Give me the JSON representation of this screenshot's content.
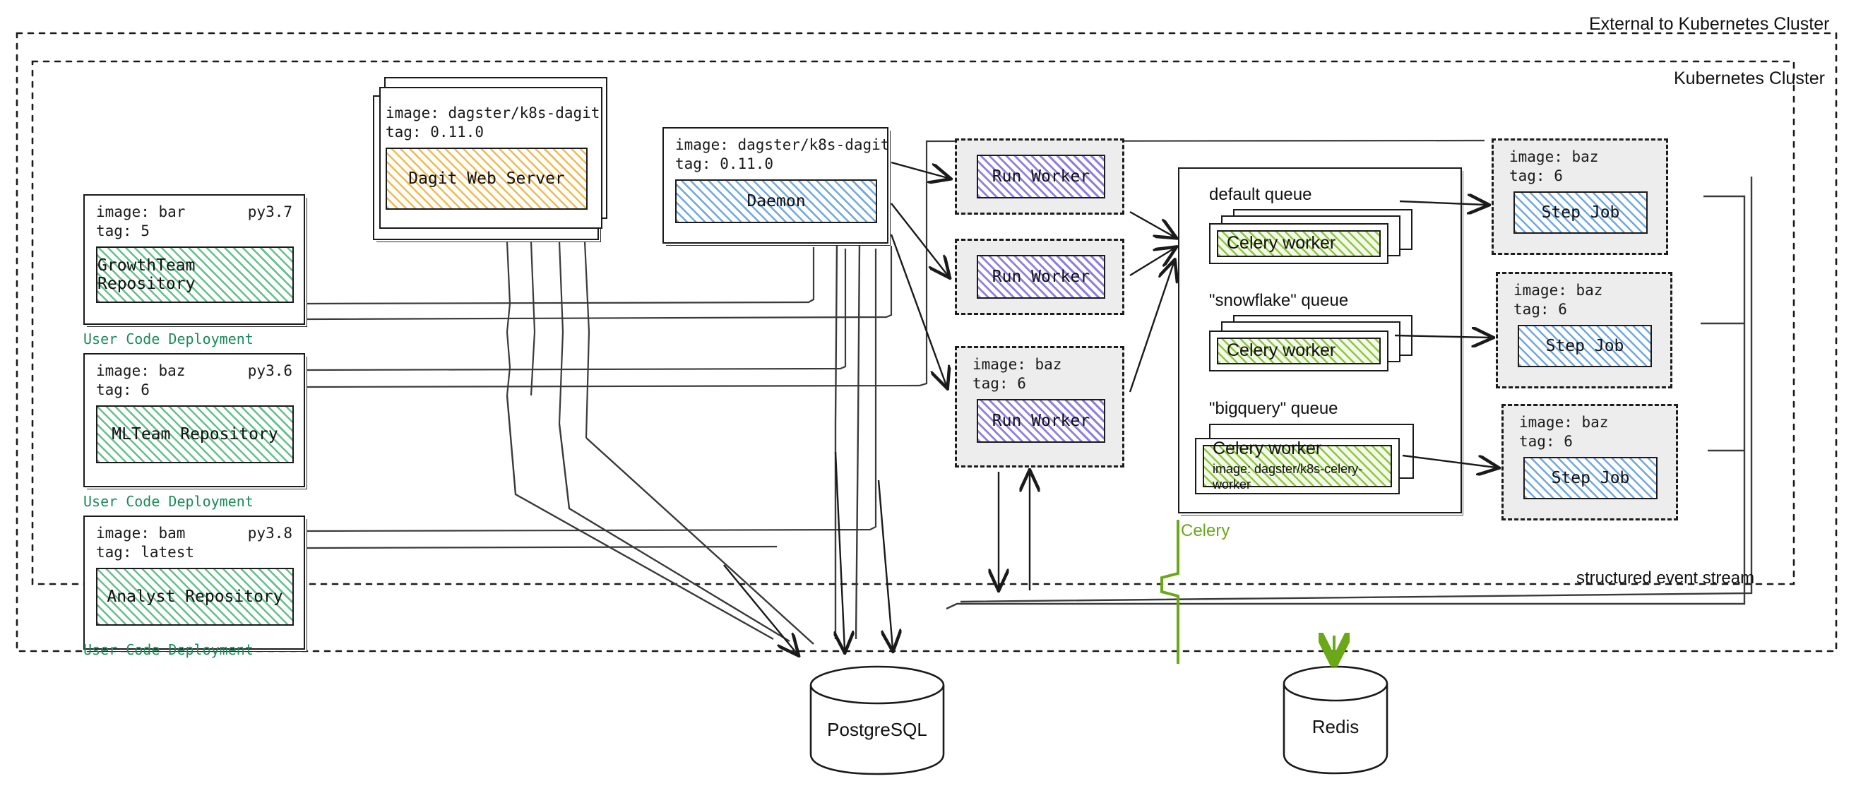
{
  "boundaries": {
    "external_label": "External to Kubernetes Cluster",
    "cluster_label": "Kubernetes Cluster"
  },
  "user_code_deployments": [
    {
      "image_line": "image: bar",
      "tag_line": "tag: 5",
      "python": "py3.7",
      "repository": "GrowthTeam Repository",
      "caption": "User Code Deployment"
    },
    {
      "image_line": "image: baz",
      "tag_line": "tag: 6",
      "python": "py3.6",
      "repository": "MLTeam Repository",
      "caption": "User Code Deployment"
    },
    {
      "image_line": "image: bam",
      "tag_line": "tag: latest",
      "python": "py3.8",
      "repository": "Analyst Repository",
      "caption": "User Code Deployment"
    }
  ],
  "dagit": {
    "image_line": "image: dagster/k8s-dagit",
    "tag_line": "tag: 0.11.0",
    "title": "Dagit Web Server"
  },
  "daemon": {
    "image_line": "image: dagster/k8s-dagit",
    "tag_line": "tag: 0.11.0",
    "title": "Daemon"
  },
  "run_workers": [
    {
      "title": "Run Worker",
      "image_line": "",
      "tag_line": ""
    },
    {
      "title": "Run Worker",
      "image_line": "",
      "tag_line": ""
    },
    {
      "title": "Run Worker",
      "image_line": "image: baz",
      "tag_line": "tag: 6"
    }
  ],
  "celery": {
    "caption": "Celery",
    "queues": [
      {
        "label": "default queue",
        "worker": "Celery worker",
        "worker_image": ""
      },
      {
        "label": "\"snowflake\" queue",
        "worker": "Celery worker",
        "worker_image": ""
      },
      {
        "label": "\"bigquery\" queue",
        "worker": "Celery worker",
        "worker_image": "image: dagster/k8s-celery-worker"
      }
    ]
  },
  "step_jobs": [
    {
      "image_line": "image: baz",
      "tag_line": "tag: 6",
      "title": "Step Job"
    },
    {
      "image_line": "image: baz",
      "tag_line": "tag: 6",
      "title": "Step Job"
    },
    {
      "image_line": "image: baz",
      "tag_line": "tag: 6",
      "title": "Step Job"
    }
  ],
  "databases": [
    {
      "name": "PostgreSQL"
    },
    {
      "name": "Redis"
    }
  ],
  "annotations": {
    "event_stream": "structured event stream"
  },
  "colors": {
    "repository_fill": "#63c08a",
    "dagit_fill": "#f0bb4e",
    "daemon_fill": "#6ea8e0",
    "run_worker_fill": "#8f80e0",
    "celery_worker_fill": "#8dc63f",
    "step_job_fill": "#6ea8e0",
    "caption_green": "#1b8a5a",
    "celery_green": "#6aa818",
    "pod_grey": "#ededed",
    "stroke": "#1a1a1a"
  }
}
